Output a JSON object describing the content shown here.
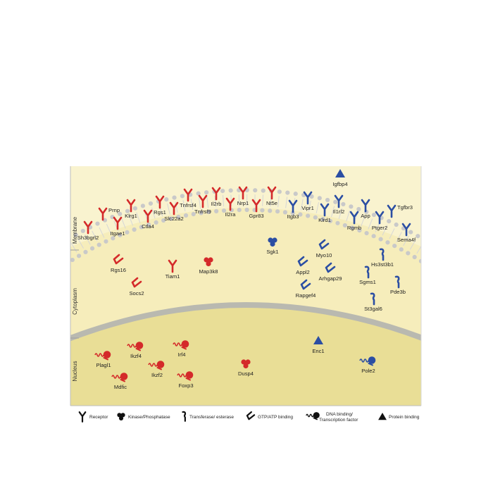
{
  "colors": {
    "up": "#d42a2a",
    "down": "#2b4ea3",
    "legend": "#111111",
    "membrane_bg": "#f9f3cf",
    "cytoplasm": "#f6edbb",
    "nucleus": "#e9de96",
    "envelope": "#b9b9b0",
    "lipid_head": "#c9c9c9",
    "lipid_tail": "#d6d6d6",
    "text": "#222222"
  },
  "compartments": {
    "membrane": "Membrane",
    "cytoplasm": "Cytoplasm",
    "nucleus": "Nucleus"
  },
  "legend": {
    "receptor": "Receptor",
    "kinase": "Kinase/Phosphatase",
    "transferase": "Transferase/ esterase",
    "gtp": "GTP/ATP binding",
    "dna_line1": "DNA binding/",
    "dna_line2": "Transcription factor",
    "protein": "Protein binding"
  },
  "genes": [
    {
      "name": "Sh3bgrl2",
      "type": "receptor",
      "color": "up"
    },
    {
      "name": "Prnp",
      "type": "receptor",
      "color": "up"
    },
    {
      "name": "Itgae1",
      "type": "receptor",
      "color": "up"
    },
    {
      "name": "Klrg1",
      "type": "receptor",
      "color": "up"
    },
    {
      "name": "Ctla4",
      "type": "receptor",
      "color": "up"
    },
    {
      "name": "Rgs1",
      "type": "receptor",
      "color": "up"
    },
    {
      "name": "Slc22a2",
      "type": "receptor",
      "color": "up"
    },
    {
      "name": "Tnfrsf4",
      "type": "receptor",
      "color": "up"
    },
    {
      "name": "Tnfrsf9",
      "type": "receptor",
      "color": "up"
    },
    {
      "name": "Il2rb",
      "type": "receptor",
      "color": "up"
    },
    {
      "name": "Il2ra",
      "type": "receptor",
      "color": "up"
    },
    {
      "name": "Nrp1",
      "type": "receptor",
      "color": "up"
    },
    {
      "name": "Gpr83",
      "type": "receptor",
      "color": "up"
    },
    {
      "name": "Nt5e",
      "type": "receptor",
      "color": "up"
    },
    {
      "name": "Itgb3",
      "type": "receptor",
      "color": "down"
    },
    {
      "name": "Vipr1",
      "type": "receptor",
      "color": "down"
    },
    {
      "name": "Klrd1",
      "type": "receptor",
      "color": "down"
    },
    {
      "name": "Il1rl2",
      "type": "receptor",
      "color": "down"
    },
    {
      "name": "Rgmb",
      "type": "receptor",
      "color": "down"
    },
    {
      "name": "App",
      "type": "receptor",
      "color": "down"
    },
    {
      "name": "Ptger2",
      "type": "receptor",
      "color": "down"
    },
    {
      "name": "Tgfbr3",
      "type": "receptor",
      "color": "down"
    },
    {
      "name": "Sema4f",
      "type": "receptor",
      "color": "down"
    },
    {
      "name": "Igfbp4",
      "type": "protein",
      "color": "down"
    },
    {
      "name": "Rgs16",
      "type": "gtp",
      "color": "up"
    },
    {
      "name": "Socs2",
      "type": "gtp",
      "color": "up"
    },
    {
      "name": "Tiam1",
      "type": "receptor",
      "color": "up"
    },
    {
      "name": "Map3k8",
      "type": "kinase",
      "color": "up"
    },
    {
      "name": "Sgk1",
      "type": "kinase",
      "color": "down"
    },
    {
      "name": "Myo10",
      "type": "gtp",
      "color": "down"
    },
    {
      "name": "Appl2",
      "type": "gtp",
      "color": "down"
    },
    {
      "name": "Arhgap29",
      "type": "gtp",
      "color": "down"
    },
    {
      "name": "Rapgef4",
      "type": "gtp",
      "color": "down"
    },
    {
      "name": "Hs3st3b1",
      "type": "transferase",
      "color": "down"
    },
    {
      "name": "Sgms1",
      "type": "transferase",
      "color": "down"
    },
    {
      "name": "Pde3b",
      "type": "transferase",
      "color": "down"
    },
    {
      "name": "St3gal6",
      "type": "transferase",
      "color": "down"
    },
    {
      "name": "Plagl1",
      "type": "dna",
      "color": "up"
    },
    {
      "name": "Ikzf4",
      "type": "dna",
      "color": "up"
    },
    {
      "name": "Irf4",
      "type": "dna",
      "color": "up"
    },
    {
      "name": "Ikzf2",
      "type": "dna",
      "color": "up"
    },
    {
      "name": "Mdfic",
      "type": "dna",
      "color": "up"
    },
    {
      "name": "Foxp3",
      "type": "dna",
      "color": "up"
    },
    {
      "name": "Dusp4",
      "type": "kinase",
      "color": "up"
    },
    {
      "name": "Enc1",
      "type": "protein",
      "color": "down"
    },
    {
      "name": "Pole2",
      "type": "dna",
      "color": "down"
    }
  ]
}
